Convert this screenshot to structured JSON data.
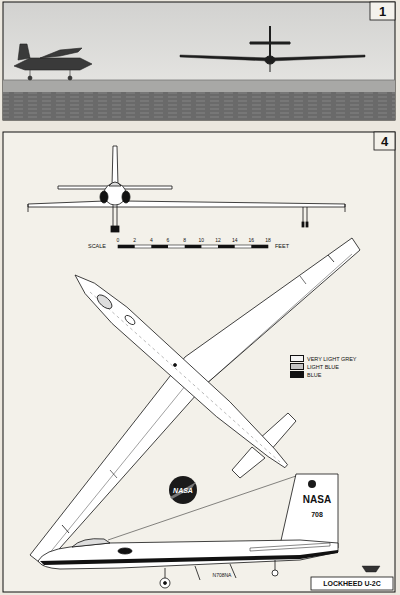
{
  "diagram": {
    "labels": [
      "1",
      "4",
      "SCALE",
      "0",
      "2",
      "4",
      "6",
      "8",
      "10",
      "12",
      "14",
      "16",
      "18",
      "FEET",
      "NASA",
      "NASA",
      "708",
      "N708NA",
      "LOCKHEED U-2C"
    ],
    "legend": [
      {
        "text": "VERY LIGHT GREY",
        "color": "#f4f4f4"
      },
      {
        "text": "LIGHT BLUE",
        "color": "#c4c4c4"
      },
      {
        "text": "BLUE",
        "color": "#111111"
      }
    ]
  }
}
